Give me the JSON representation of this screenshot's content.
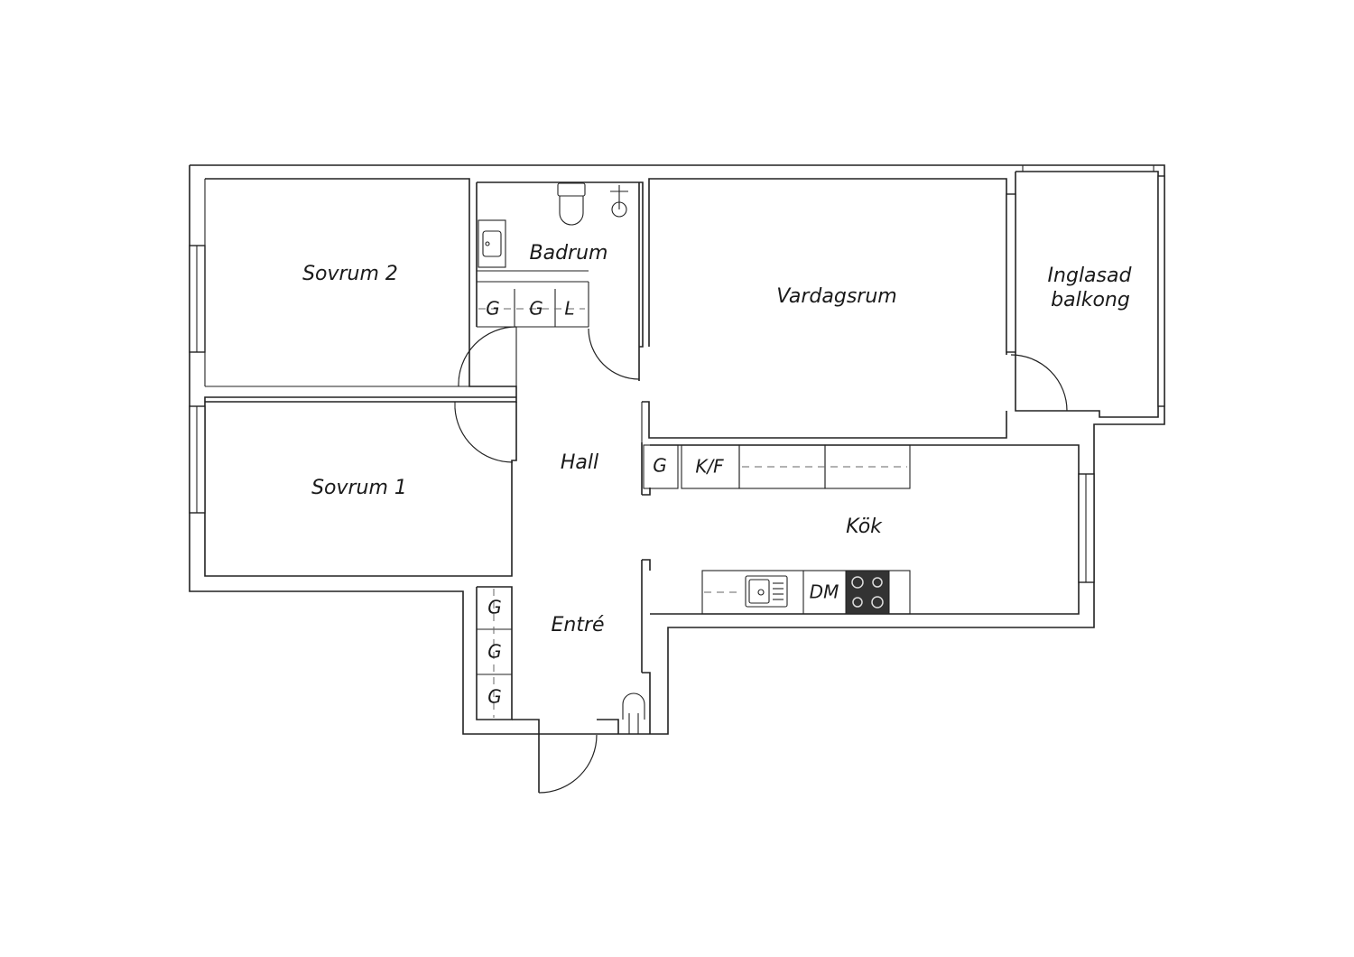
{
  "rooms": {
    "sovrum2": "Sovrum 2",
    "sovrum1": "Sovrum 1",
    "badrum": "Badrum",
    "vardagsrum": "Vardagsrum",
    "balkong_line1": "Inglasad",
    "balkong_line2": "balkong",
    "hall": "Hall",
    "kok": "Kök",
    "entre": "Entré"
  },
  "fixtures": {
    "closet_g": "G",
    "closet_l": "L",
    "fridge_freezer": "K/F",
    "dishwasher": "DM"
  },
  "colors": {
    "wall": "#222222",
    "stove": "#333333"
  }
}
